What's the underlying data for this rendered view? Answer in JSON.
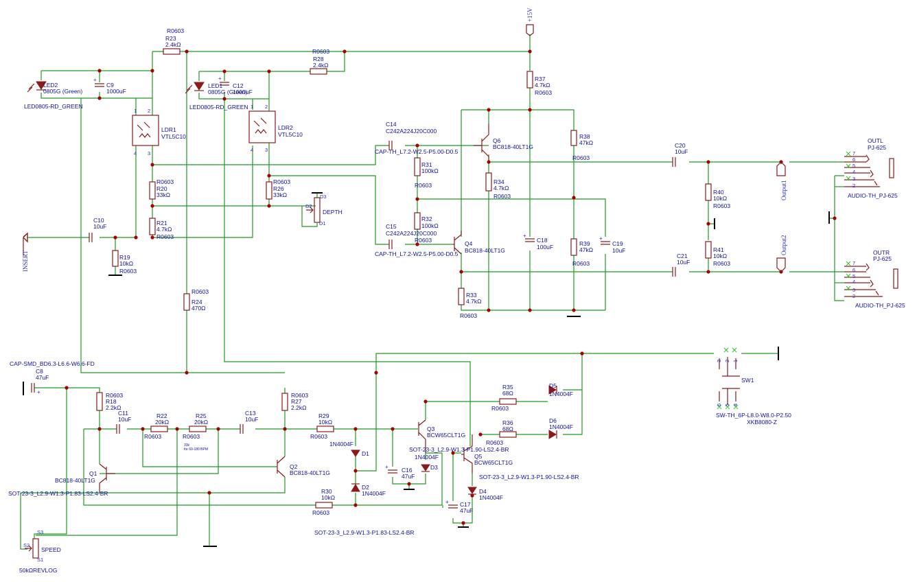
{
  "power": {
    "vcc": "+15V"
  },
  "nets": {
    "insert": "INSERT",
    "output1": "Output1",
    "output2": "Output2"
  },
  "parts": {
    "R23": {
      "pkg": "R0603",
      "ref": "R23",
      "val": "2.4kΩ"
    },
    "R28": {
      "pkg": "R0603",
      "ref": "R28",
      "val": "2.4kΩ"
    },
    "R37": {
      "ref": "R37",
      "val": "4.7kΩ",
      "pkg": "R0603"
    },
    "LED2": {
      "ref": "LED2",
      "val": "0805G (Green)",
      "pkg": "LED0805-RD_GREEN"
    },
    "LED1": {
      "ref": "LED1",
      "val": "0805G (Green)",
      "pkg": "LED0805-RD_GREEN"
    },
    "C9": {
      "ref": "C9",
      "val": "1000uF"
    },
    "C12": {
      "ref": "C12",
      "val": "1000uF"
    },
    "LDR1": {
      "ref": "LDR1",
      "val": "VTL5C10"
    },
    "LDR2": {
      "ref": "LDR2",
      "val": "VTL5C10"
    },
    "C14": {
      "ref": "C14",
      "val": "C242A224J20C000",
      "pkg": "CAP-TH_L7.2-W2.5-P5.00-D0.5"
    },
    "C15": {
      "ref": "C15",
      "val": "C242A224J20C000",
      "pkg": "CAP-TH_L7.2-W2.5-P5.00-D0.5"
    },
    "Q6": {
      "ref": "Q6",
      "val": "BC818-40LT1G"
    },
    "Q4": {
      "ref": "Q4",
      "val": "BC818-40LT1G"
    },
    "R38": {
      "ref": "R38",
      "val": "47kΩ",
      "pkg": "R0603"
    },
    "R31": {
      "ref": "R31",
      "val": "100kΩ",
      "pkg": "R0603"
    },
    "R32": {
      "ref": "R32",
      "val": "100kΩ",
      "pkg": "R0603"
    },
    "R34": {
      "ref": "R34",
      "val": "4.7kΩ",
      "pkg": "R0603"
    },
    "R39": {
      "ref": "R39",
      "val": "47kΩ",
      "pkg": "R0603"
    },
    "R33": {
      "ref": "R33",
      "val": "4.7kΩ",
      "pkg": "R0603"
    },
    "C18": {
      "ref": "C18",
      "val": "100uF"
    },
    "C19": {
      "ref": "C19",
      "val": "10uF"
    },
    "C20": {
      "ref": "C20",
      "val": "10uF"
    },
    "C21": {
      "ref": "C21",
      "val": "10uF"
    },
    "R40": {
      "ref": "R40",
      "val": "10kΩ",
      "pkg": "R0603"
    },
    "R41": {
      "ref": "R41",
      "val": "10kΩ",
      "pkg": "R0603"
    },
    "OUTL": {
      "ref": "OUTL",
      "val": "PJ-625",
      "pkg": "AUDIO-TH_PJ-625"
    },
    "OUTR": {
      "ref": "OUTR",
      "val": "PJ-625",
      "pkg": "AUDIO-TH_PJ-625"
    },
    "R20": {
      "pkg": "R0603",
      "ref": "R20",
      "val": "33kΩ"
    },
    "R21": {
      "ref": "R21",
      "val": "4.7kΩ",
      "pkg": "R0603"
    },
    "R26": {
      "pkg": "R0603",
      "ref": "R26",
      "val": "33kΩ"
    },
    "DEPTH": {
      "ref": "DEPTH",
      "pins": [
        "D3",
        "D2",
        "D1"
      ]
    },
    "C10": {
      "ref": "C10",
      "val": "10uF"
    },
    "R19": {
      "ref": "R19",
      "val": "10kΩ",
      "pkg": "R0603"
    },
    "R24": {
      "pkg": "R0603",
      "ref": "R24",
      "val": "470Ω"
    },
    "C8": {
      "pkg": "CAP-SMD_BD6.3-L6.6-W6.6-FD",
      "ref": "C8",
      "val": "47uF"
    },
    "R18": {
      "pkg": "R0603",
      "ref": "R18",
      "val": "2.2kΩ"
    },
    "R27": {
      "pkg": "R0603",
      "ref": "R27",
      "val": "2.2kΩ"
    },
    "C11": {
      "ref": "C11",
      "val": "10uF"
    },
    "R22": {
      "ref": "R22",
      "val": "20kΩ",
      "pkg": "R0603"
    },
    "R25": {
      "ref": "R25",
      "val": "20kΩ",
      "pkg": "R0603",
      "note1": "33k",
      "note2": "for 60-180 BPM"
    },
    "C13": {
      "ref": "C13",
      "val": "10uF"
    },
    "R29": {
      "ref": "R29",
      "val": "10kΩ",
      "pkg": "R0603"
    },
    "R30": {
      "ref": "R30",
      "val": "10kΩ",
      "pkg": "R0603"
    },
    "Q1": {
      "ref": "Q1",
      "val": "BC818-40LT1G",
      "pkg": "SOT-23-3_L2.9-W1.3-P1.83-LS2.4-BR"
    },
    "Q2": {
      "ref": "Q2",
      "val": "BC818-40LT1G"
    },
    "D1": {
      "ref": "D1",
      "val": "1N4004F"
    },
    "D2": {
      "ref": "D2",
      "val": "1N4004F"
    },
    "D3": {
      "ref": "D3",
      "val": "1N4004F"
    },
    "D4": {
      "ref": "D4",
      "val": "1N4004F"
    },
    "D5": {
      "ref": "D5",
      "val": "1N4004F"
    },
    "D6": {
      "ref": "D6",
      "val": "1N4004F"
    },
    "Q3": {
      "ref": "Q3",
      "val": "BCW65CLT1G",
      "pkg": "SOT-23-3_L2.9-W1.3-P1.90-LS2.4-BR"
    },
    "Q5": {
      "ref": "Q5",
      "val": "BCW65CLT1G",
      "pkg": "SOT-23-3_L2.9-W1.3-P1.90-LS2.4-BR"
    },
    "Q2pkg": {
      "pkg": "SOT-23-3_L2.9-W1.3-P1.83-LS2.4-BR"
    },
    "R35": {
      "ref": "R35",
      "val": "68Ω",
      "pkg": "R0603"
    },
    "R36": {
      "ref": "R36",
      "val": "68Ω",
      "pkg": "R0603"
    },
    "C16": {
      "ref": "C16",
      "val": "47uF"
    },
    "C17": {
      "ref": "C17",
      "val": "47uF"
    },
    "SW1": {
      "ref": "SW1",
      "pkg": "SW-TH_6P-L8.0-W8.0-P2.50",
      "val": "XKB8080-Z"
    },
    "SPEED": {
      "ref": "SPEED",
      "val": "50kΩREVLOG",
      "pins": [
        "S3",
        "S2",
        "S1"
      ]
    }
  }
}
